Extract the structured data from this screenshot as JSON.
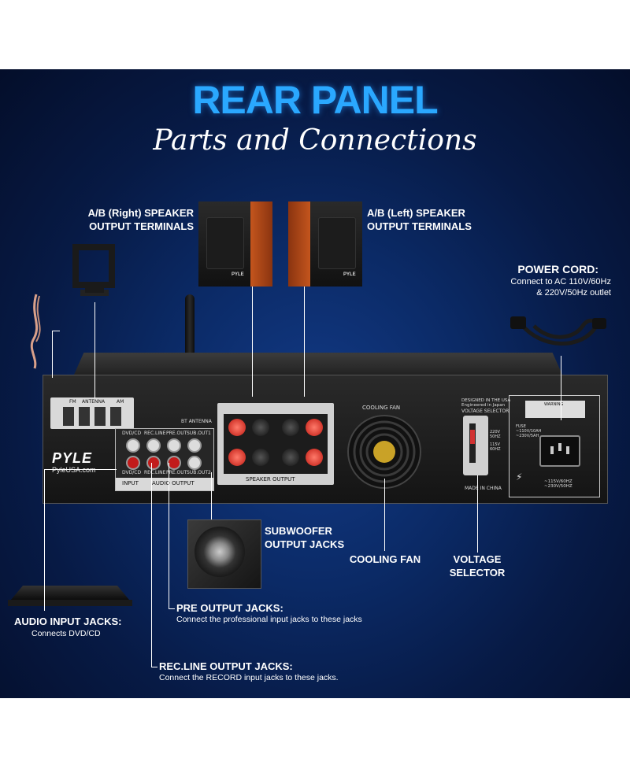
{
  "header": {
    "title": "REAR PANEL",
    "subtitle": "Parts and Connections"
  },
  "callouts": {
    "right_speaker": "A/B (Right) SPEAKER\nOUTPUT TERMINALS",
    "left_speaker": "A/B (Left) SPEAKER\nOUTPUT TERMINALS",
    "power_cord_title": "POWER CORD:",
    "power_cord_desc": "Connect to AC 110V/60Hz\n& 220V/50Hz outlet",
    "subwoofer": "SUBWOOFER\nOUTPUT JACKS",
    "cooling_fan": "COOLING FAN",
    "voltage_selector": "VOLTAGE\nSELECTOR",
    "audio_input_title": "AUDIO INPUT JACKS:",
    "audio_input_desc": "Connects DVD/CD",
    "pre_output_title": "PRE OUTPUT JACKS:",
    "pre_output_desc": "Connect the professional input jacks to these jacks",
    "recline_title": "REC.LINE OUTPUT JACKS:",
    "recline_desc": "Connect the RECORD input jacks to these jacks."
  },
  "panel": {
    "brand": "PYLE",
    "website": "PyleUSA.com",
    "fm": "FM",
    "antenna": "ANTENNA",
    "am": "AM",
    "bt_antenna": "BT ANTENNA",
    "jack_labels_top": [
      "DVD/CD",
      "REC.LINE",
      "PRE.OUT",
      "SUB.OUT1"
    ],
    "jack_labels_bottom": [
      "DVD/CD",
      "REC.LINE",
      "PRE.OUT",
      "SUB.OUT2"
    ],
    "input": "INPUT",
    "audio_output": "AUDIO OUTPUT",
    "speaker_output": "SPEAKER OUTPUT",
    "cooling_fan": "COOLING FAN",
    "designed_in": "DESIGNED IN THE USA\nEngineered in Japan",
    "voltage_selector": "VOLTAGE SELECTOR",
    "v220": "220V\n50HZ",
    "v110": "115V\n60HZ",
    "made_in": "MADE IN CHINA",
    "warning": "WARNING",
    "fuse": "FUSE\n~110V/10AH\n~230V/5AH",
    "rating": "~115V/60HZ\n~230V/50HZ",
    "speaker_brand": "PYLE"
  }
}
